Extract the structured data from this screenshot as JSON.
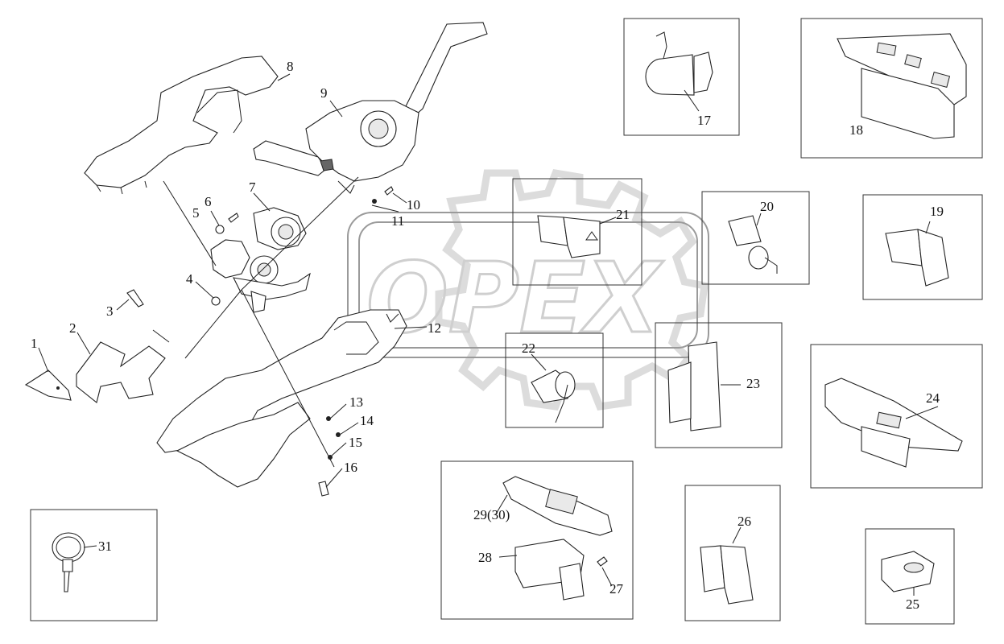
{
  "watermark": {
    "brand": "OPEX"
  },
  "callouts": [
    {
      "id": "c1",
      "label": "1"
    },
    {
      "id": "c2",
      "label": "2"
    },
    {
      "id": "c3",
      "label": "3"
    },
    {
      "id": "c4",
      "label": "4"
    },
    {
      "id": "c5",
      "label": "5"
    },
    {
      "id": "c6",
      "label": "6"
    },
    {
      "id": "c7",
      "label": "7"
    },
    {
      "id": "c8",
      "label": "8"
    },
    {
      "id": "c9",
      "label": "9"
    },
    {
      "id": "c10",
      "label": "10"
    },
    {
      "id": "c11",
      "label": "11"
    },
    {
      "id": "c12",
      "label": "12"
    },
    {
      "id": "c13",
      "label": "13"
    },
    {
      "id": "c14",
      "label": "14"
    },
    {
      "id": "c15",
      "label": "15"
    },
    {
      "id": "c16",
      "label": "16"
    },
    {
      "id": "c17",
      "label": "17"
    },
    {
      "id": "c18",
      "label": "18"
    },
    {
      "id": "c19",
      "label": "19"
    },
    {
      "id": "c20",
      "label": "20"
    },
    {
      "id": "c21",
      "label": "21"
    },
    {
      "id": "c22",
      "label": "22"
    },
    {
      "id": "c23",
      "label": "23"
    },
    {
      "id": "c24",
      "label": "24"
    },
    {
      "id": "c25",
      "label": "25"
    },
    {
      "id": "c26",
      "label": "26"
    },
    {
      "id": "c27",
      "label": "27"
    },
    {
      "id": "c28",
      "label": "28"
    },
    {
      "id": "c29",
      "label": "29(30)"
    },
    {
      "id": "c31",
      "label": "31"
    }
  ]
}
